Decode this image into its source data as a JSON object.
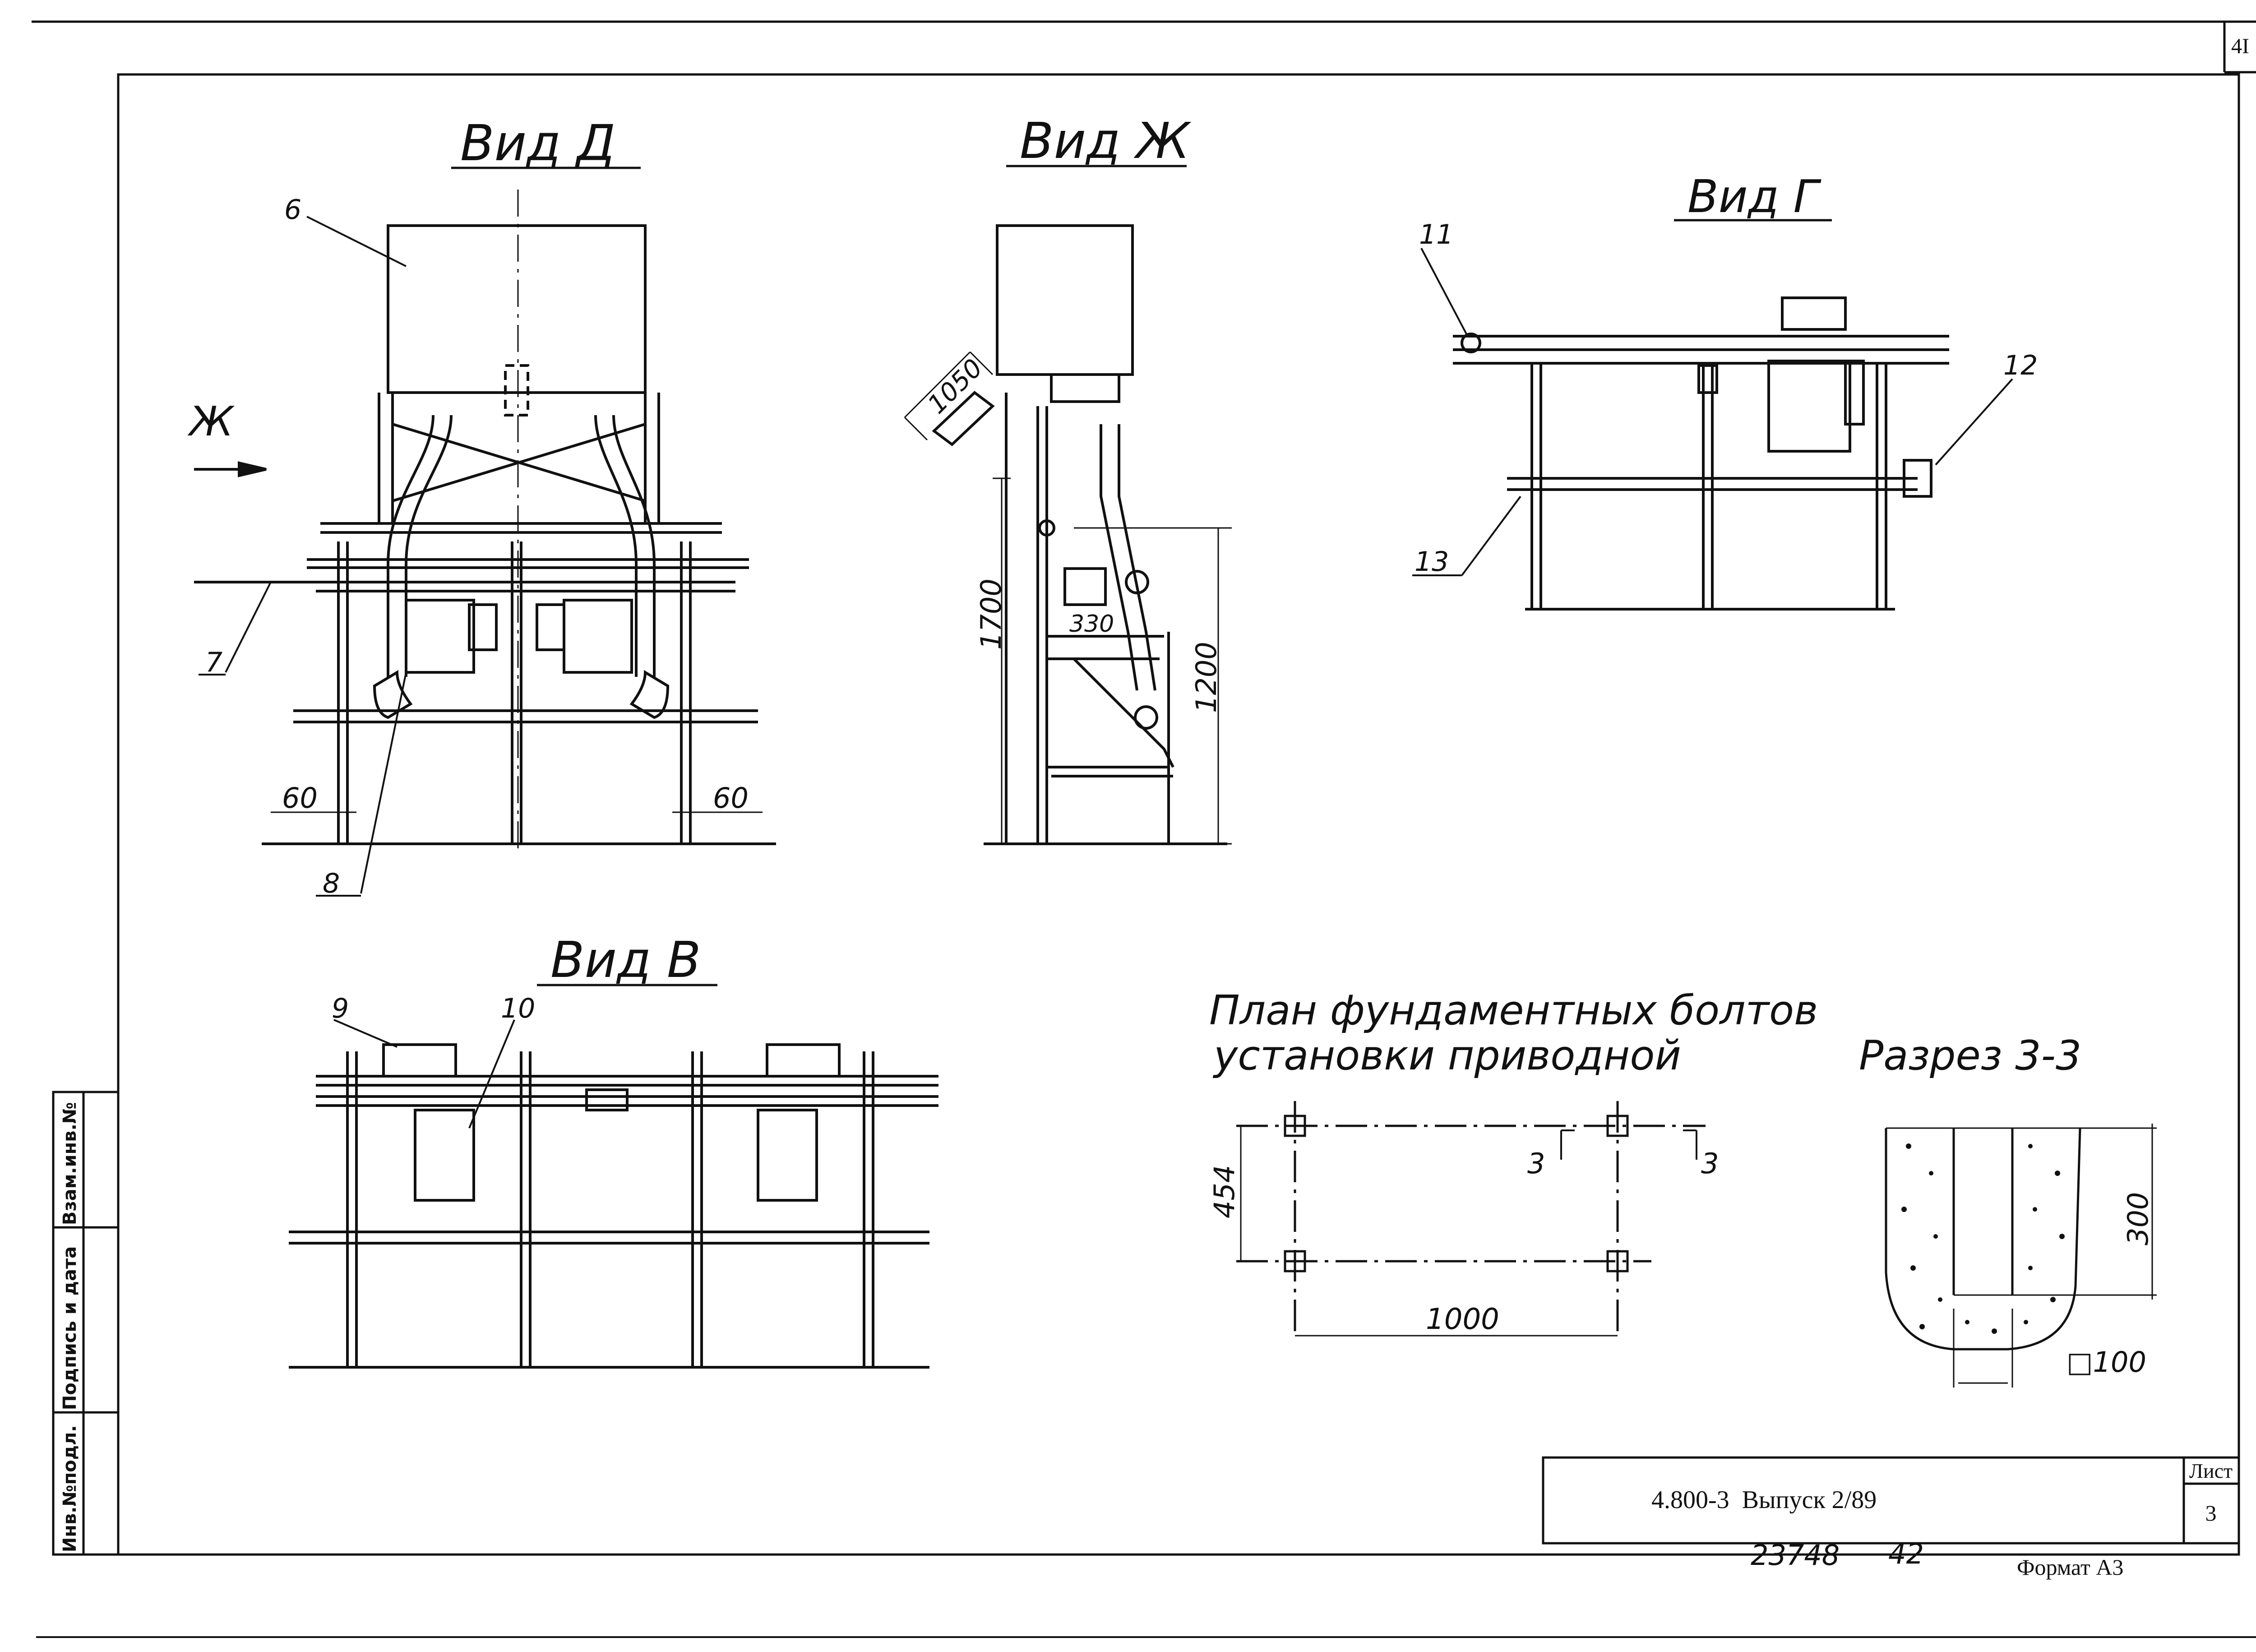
{
  "sheet": {
    "page_number": "4I",
    "sheet_label": "Лист",
    "sheet_no": "3",
    "designation": "4.800-3  Выпуск 2/89",
    "inventory_no": "23748",
    "copy_no": "42",
    "format": "Формат А3"
  },
  "side_stamp": {
    "cell1": "Инв.№подл.",
    "cell2": "Подпись и дата",
    "cell3": "Взам.инв.№"
  },
  "views": {
    "d": {
      "title": "Вид Д",
      "arrow_label": "Ж",
      "callouts": [
        "6",
        "7",
        "8"
      ],
      "dims": [
        "60",
        "60"
      ]
    },
    "zh": {
      "title": "Вид Ж",
      "dims": [
        "1050",
        "1700",
        "1200",
        "330"
      ]
    },
    "g": {
      "title": "Вид Г",
      "callouts": [
        "11",
        "12",
        "13"
      ]
    },
    "v": {
      "title": "Вид В",
      "callouts": [
        "9",
        "10"
      ]
    }
  },
  "plan": {
    "title_line1": "План фундаментных болтов",
    "title_line2": "установки приводной",
    "dim_width": "1000",
    "dim_height": "454",
    "cut_mark": "3"
  },
  "section": {
    "title": "Разрез 3-3",
    "dim_depth": "300",
    "dim_size": "□100"
  }
}
